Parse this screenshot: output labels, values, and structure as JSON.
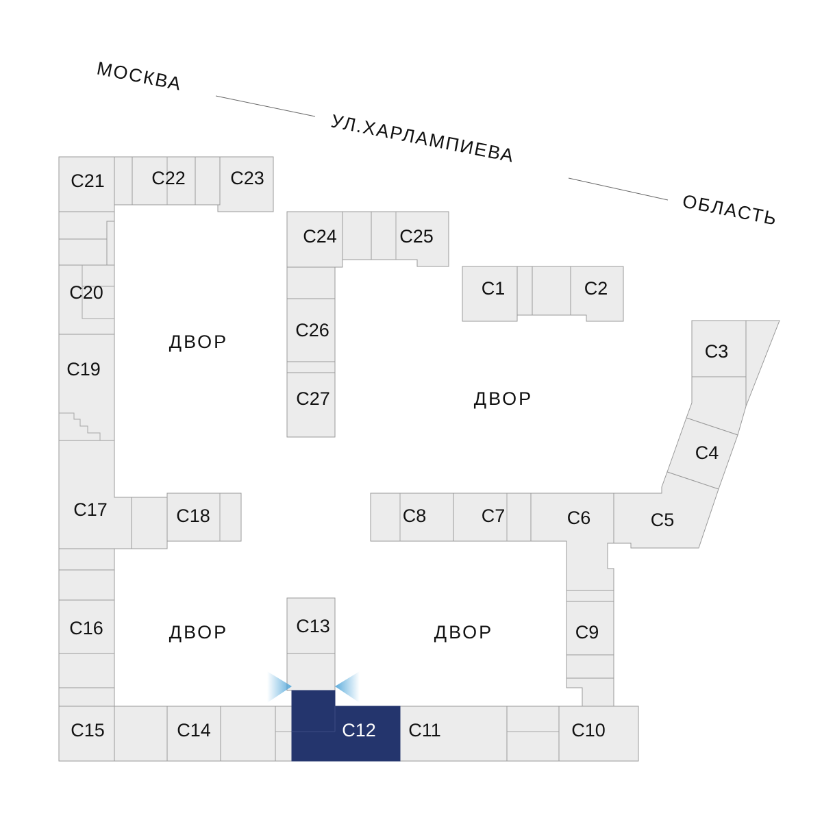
{
  "street": {
    "part1": "МОСКВА",
    "part2": "УЛ.ХАРЛАМПИЕВА",
    "part3": "ОБЛАСТЬ"
  },
  "yards": [
    "ДВОР",
    "ДВОР",
    "ДВОР",
    "ДВОР"
  ],
  "sections": {
    "c1": "С1",
    "c2": "С2",
    "c3": "С3",
    "c4": "С4",
    "c5": "С5",
    "c6": "С6",
    "c7": "С7",
    "c8": "С8",
    "c9": "С9",
    "c10": "С10",
    "c11": "С11",
    "c12": "С12",
    "c13": "С13",
    "c14": "С14",
    "c15": "С15",
    "c16": "С16",
    "c17": "С17",
    "c18": "С18",
    "c19": "С19",
    "c20": "С20",
    "c21": "С21",
    "c22": "С22",
    "c23": "С23",
    "c24": "С24",
    "c25": "С25",
    "c26": "С26",
    "c27": "С27"
  },
  "selected_section": "С12",
  "colors": {
    "building": "#ececec",
    "outline": "#9a9a9a",
    "selected": "#24356d",
    "view_marker": "#4aa3d8"
  }
}
